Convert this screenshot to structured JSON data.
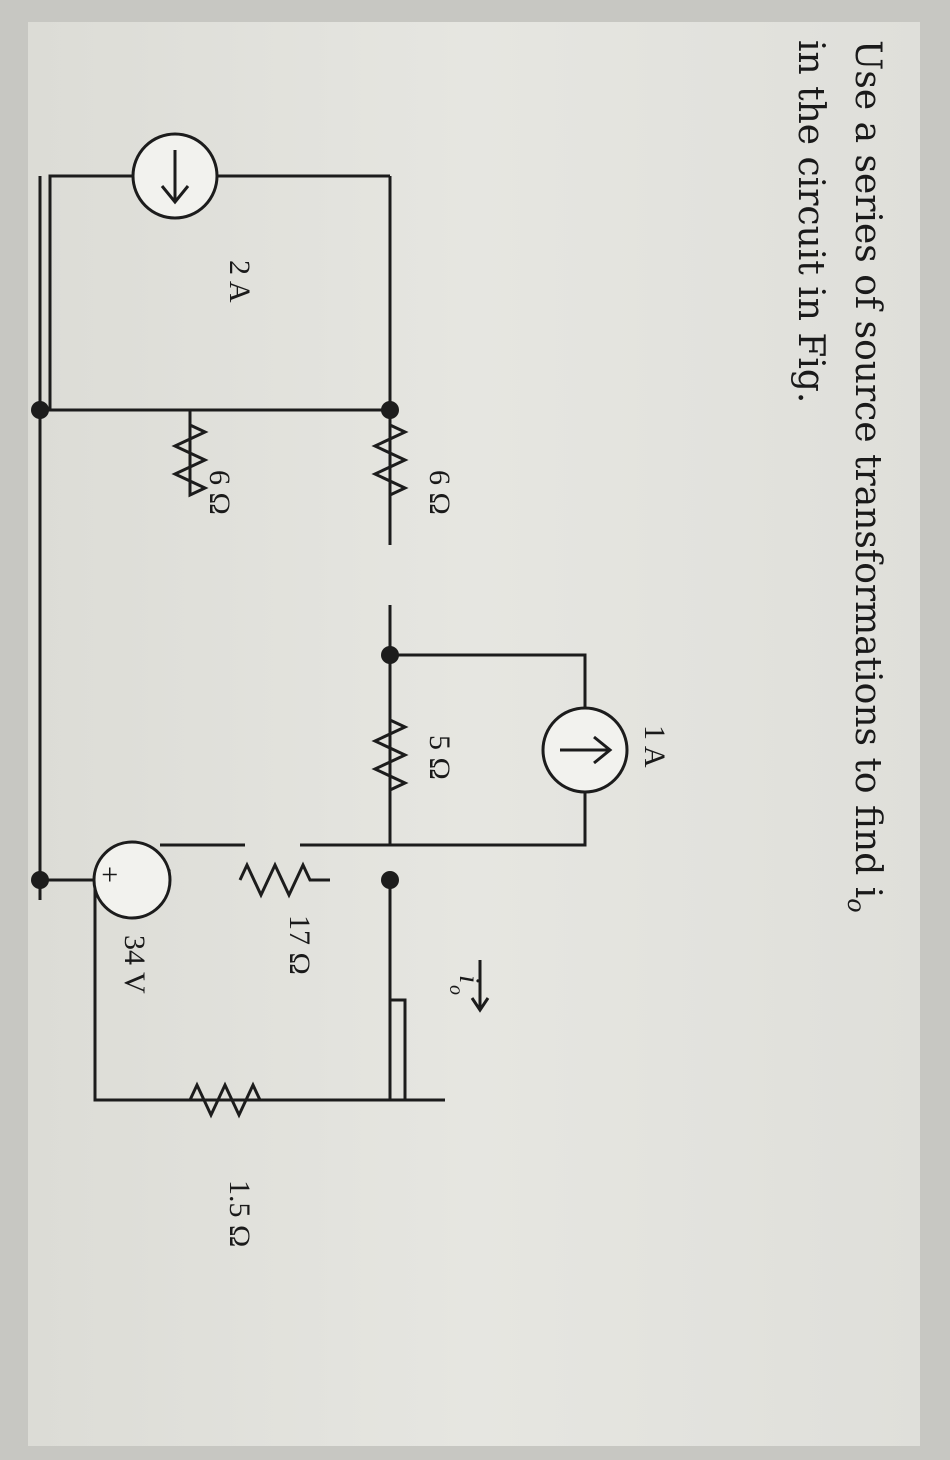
{
  "problem": {
    "line1": "Use a series of source transformations to find i",
    "line1_sub": "o",
    "line2": "in the circuit in Fig."
  },
  "circuit": {
    "current_source_left": "2 A",
    "resistor_top_left": "6 Ω",
    "resistor_bottom_left": "6 Ω",
    "current_source_top": "1 A",
    "resistor_middle": "5 Ω",
    "resistor_17": "17 Ω",
    "voltage_source": "34 V",
    "voltage_plus": "+",
    "voltage_minus": "−",
    "current_label": "i",
    "current_label_sub": "o",
    "resistor_right": "1.5 Ω"
  }
}
